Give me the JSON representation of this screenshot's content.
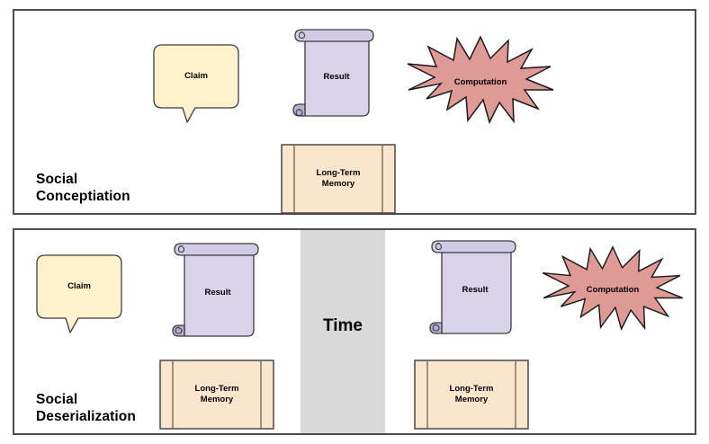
{
  "figure": {
    "type": "diagram",
    "kind": "flowchart",
    "background": "#ffffff"
  },
  "colors": {
    "claim_fill": "#fff2cc",
    "claim_stroke": "#3c3c3c",
    "scroll_fill": "#d9d2e9",
    "scroll_stroke": "#3c3c3c",
    "scroll_roll_fill": "#c8bedf",
    "memory_fill": "#fce5cd",
    "memory_stroke": "#3c3c3c",
    "memory_divider": "#7a6a57",
    "computation_fill": "#e09a96",
    "computation_stroke": "#1a1a1a",
    "panel_border": "#4d4d4d",
    "time_band": "#d9d9d9",
    "edge_stroke": "#1a1a1a",
    "text": "#000000"
  },
  "panels": [
    {
      "id": "social-conception",
      "label": "Social\nConceptiation",
      "nodes": [
        {
          "id": "claim-1",
          "shape": "speech-bubble",
          "label": "Claim"
        },
        {
          "id": "result-1",
          "shape": "scroll",
          "label": "Result"
        },
        {
          "id": "computation-1",
          "shape": "starburst",
          "label": "Computation"
        },
        {
          "id": "memory-1",
          "shape": "storage-box",
          "label": "Long-Term\nMemory"
        }
      ],
      "edges": [
        {
          "from": "claim-1",
          "to": "result-1",
          "style": "solid",
          "arrow": "end"
        },
        {
          "from": "result-1",
          "to": "computation-1",
          "style": "solid",
          "arrow": "end"
        },
        {
          "from": "result-1",
          "to": "memory-1",
          "style": "solid",
          "arrow": "end"
        }
      ]
    },
    {
      "id": "social-deserialization",
      "label": "Social\nDeserialization",
      "time_label": "Time",
      "nodes": [
        {
          "id": "claim-2",
          "shape": "speech-bubble",
          "label": "Claim"
        },
        {
          "id": "result-2",
          "shape": "scroll",
          "label": "Result"
        },
        {
          "id": "memory-2",
          "shape": "storage-box",
          "label": "Long-Term\nMemory"
        },
        {
          "id": "memory-3",
          "shape": "storage-box",
          "label": "Long-Term\nMemory"
        },
        {
          "id": "result-3",
          "shape": "scroll",
          "label": "Result"
        },
        {
          "id": "computation-2",
          "shape": "starburst",
          "label": "Computation"
        }
      ],
      "edges": [
        {
          "from": "claim-2",
          "to": "result-2",
          "style": "solid",
          "arrow": "end"
        },
        {
          "from": "result-2",
          "to": "memory-2",
          "style": "solid",
          "arrow": "end"
        },
        {
          "from": "memory-2",
          "to": "memory-3",
          "style": "dotted",
          "arrow": "end"
        },
        {
          "from": "memory-3",
          "to": "result-3",
          "style": "solid",
          "arrow": "end"
        },
        {
          "from": "result-3",
          "to": "computation-2",
          "style": "solid",
          "arrow": "end"
        }
      ]
    }
  ],
  "labels": {
    "claim": "Claim",
    "result": "Result",
    "computation": "Computation",
    "memory": "Long-Term\nMemory",
    "time": "Time",
    "panel1": "Social\nConceptiation",
    "panel2": "Social\nDeserialization"
  }
}
